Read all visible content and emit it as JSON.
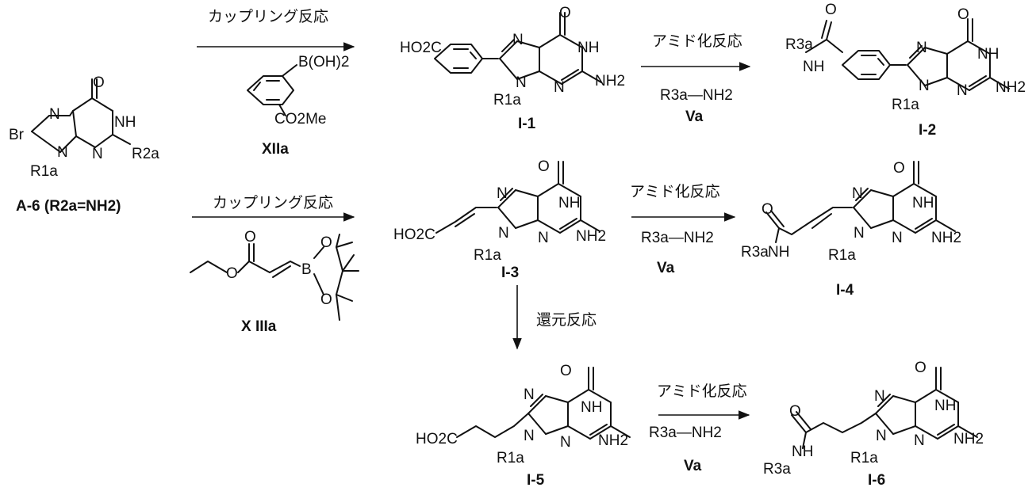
{
  "reagents": {
    "coupling_top": "カップリング反応",
    "coupling_mid": "カップリング反応",
    "amidation_1": "アミド化反応",
    "amidation_2": "アミド化反応",
    "amidation_3": "アミド化反応",
    "reduction": "還元反応",
    "amine_1": "R3a—NH2",
    "amine_2": "R3a—NH2",
    "amine_3": "R3a—NH2",
    "va_1": "Va",
    "va_2": "Va",
    "va_3": "Va"
  },
  "compounds": {
    "a6": "A-6 (R2a=NH2)",
    "xiia": "XIIa",
    "xiiia": "X IIIa",
    "i1": "I-1",
    "i2": "I-2",
    "i3": "I-3",
    "i4": "I-4",
    "i5": "I-5",
    "i6": "I-6"
  },
  "atoms": {
    "O": "O",
    "N": "N",
    "NH": "NH",
    "NH2": "NH2",
    "Br": "Br",
    "R1a": "R1a",
    "R2a": "R2a",
    "R3a": "R3a",
    "HO2C": "HO2C",
    "CO2Me": "CO2Me",
    "BOH2": "B(OH)2",
    "B": "B"
  }
}
